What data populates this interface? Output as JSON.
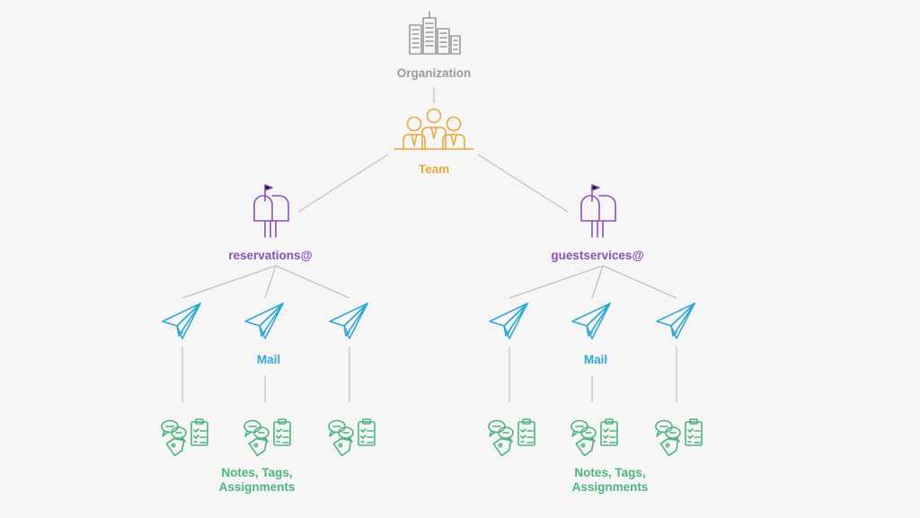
{
  "colors": {
    "background": "#f6f6f6",
    "connector": "#c2c2c2",
    "organization": "#9a9a9a",
    "team": "#e8a93a",
    "inbox": "#8e4fb8",
    "mail": "#32a7d6",
    "notes": "#4cb47c"
  },
  "nodes": {
    "organization": {
      "label": "Organization",
      "icon": "office-buildings-icon"
    },
    "team": {
      "label": "Team",
      "icon": "team-people-icon"
    },
    "inboxes": [
      {
        "label": "reservations@",
        "icon": "mailbox-icon"
      },
      {
        "label": "guestservices@",
        "icon": "mailbox-icon"
      }
    ],
    "mail": {
      "label": "Mail",
      "icon": "paper-plane-icon",
      "per_inbox": 3
    },
    "notes": {
      "label_lines": [
        "Notes, Tags,",
        "Assignments"
      ],
      "icons": [
        "chat-bubbles-icon",
        "clipboard-checklist-icon",
        "tag-icon"
      ]
    }
  }
}
